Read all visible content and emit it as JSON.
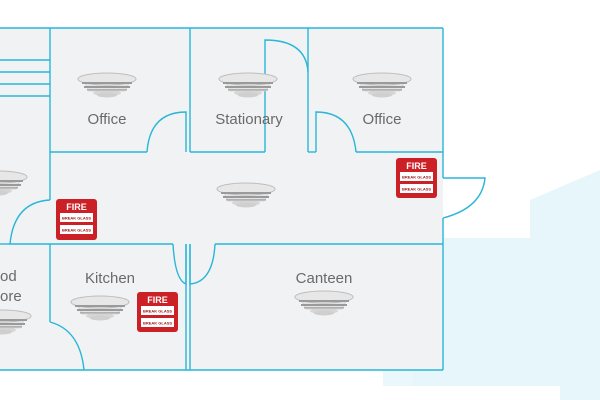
{
  "colors": {
    "wall": "#29b6d8",
    "floor": "#f1f2f3",
    "watermark": "#e6f6fb",
    "fire_red": "#cc2027",
    "detector": "#e9e9e9"
  },
  "rooms": [
    {
      "id": "office-left",
      "label": "Office"
    },
    {
      "id": "stationary",
      "label": "Stationary"
    },
    {
      "id": "office-right",
      "label": "Office"
    },
    {
      "id": "food-store",
      "label": "od"
    },
    {
      "id": "food-store-2",
      "label": "ore"
    },
    {
      "id": "kitchen",
      "label": "Kitchen"
    },
    {
      "id": "canteen",
      "label": "Canteen"
    }
  ],
  "fire_call_point": {
    "title": "FIRE",
    "line1": "BREAK GLASS",
    "line2": "BREAK GLASS"
  },
  "icons": {
    "smoke_detector": "smoke-detector-icon",
    "fire_alarm": "fire-alarm-call-point-icon",
    "stairs": "stairs-icon",
    "door": "door-swing-icon",
    "watermark": "watermark-number-icon"
  }
}
